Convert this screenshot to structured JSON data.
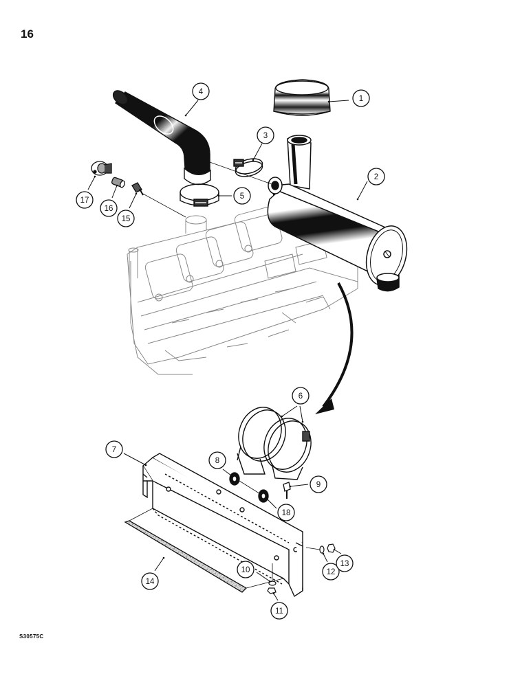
{
  "page": {
    "number": "16",
    "figure_code": "S30575C"
  },
  "diagram": {
    "callouts": [
      {
        "label": "1",
        "part": "cap"
      },
      {
        "label": "2",
        "part": "muffler"
      },
      {
        "label": "3",
        "part": "clamp"
      },
      {
        "label": "4",
        "part": "elbow-pipe"
      },
      {
        "label": "5",
        "part": "clamp"
      },
      {
        "label": "6",
        "part": "muffler-bands"
      },
      {
        "label": "7",
        "part": "mounting-bracket"
      },
      {
        "label": "8",
        "part": "isolator"
      },
      {
        "label": "9",
        "part": "bolt"
      },
      {
        "label": "10",
        "part": "washer"
      },
      {
        "label": "11",
        "part": "nut"
      },
      {
        "label": "12",
        "part": "washer"
      },
      {
        "label": "13",
        "part": "nut"
      },
      {
        "label": "14",
        "part": "insulation-pad"
      },
      {
        "label": "15",
        "part": "fitting"
      },
      {
        "label": "16",
        "part": "adapter"
      },
      {
        "label": "17",
        "part": "sensor"
      },
      {
        "label": "18",
        "part": "isolator"
      }
    ]
  }
}
